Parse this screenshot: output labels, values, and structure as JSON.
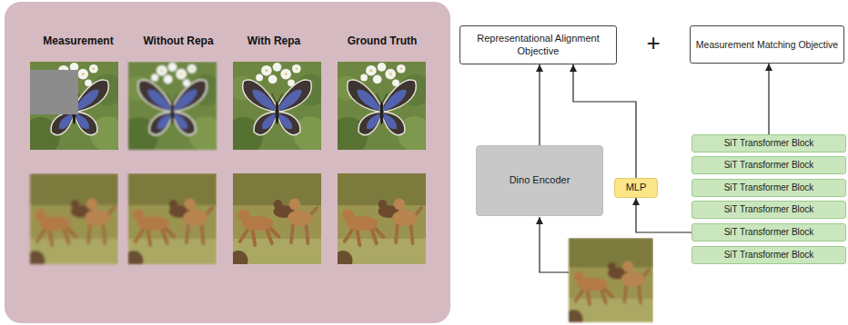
{
  "diagram": {
    "nodes": [
      {
        "text": [
          "Measurement",
          "Without Repa",
          "With Repa",
          "Ground Truth"
        ]
      },
      {
        "text": [
          "Representational Alignment Objective"
        ]
      },
      {
        "text": [
          "Measurement Matching Objective"
        ]
      },
      {
        "text": [
          "Dino Encoder"
        ]
      },
      {
        "text": [
          "MLP"
        ]
      },
      {
        "text": [
          "SiT Transformer Block"
        ]
      },
      {
        "text": [
          "SiT Transformer Block"
        ]
      },
      {
        "text": [
          "SiT Transformer Block"
        ]
      },
      {
        "text": [
          "SiT Transformer Block"
        ]
      },
      {
        "text": [
          "SiT Transformer Block"
        ]
      },
      {
        "text": [
          "SiT Transformer Block"
        ]
      }
    ],
    "edges": [
      {
        "from": 3,
        "to": 1,
        "arrow": "to"
      },
      {
        "from": 4,
        "to": 1,
        "arrow": "to"
      },
      {
        "from": 5,
        "to": 2,
        "arrow": "to"
      },
      {
        "from": 9,
        "to": 4,
        "arrow": "to"
      }
    ],
    "labels": [
      "+"
    ]
  }
}
